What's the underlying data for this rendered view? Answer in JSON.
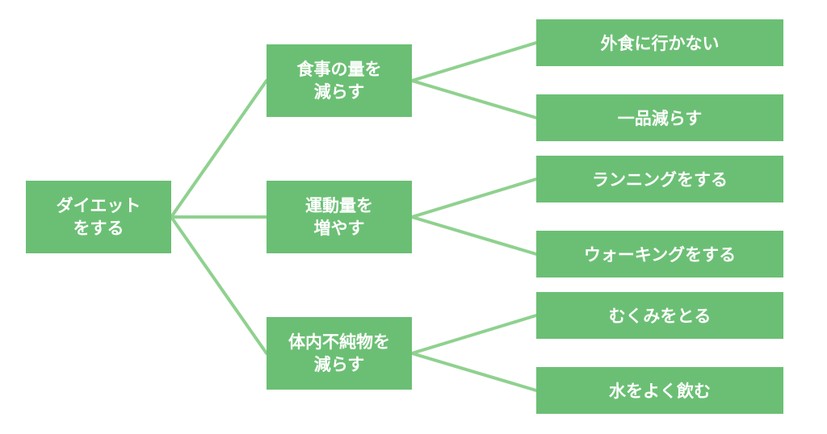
{
  "diagram": {
    "root": {
      "line1": "ダイエット",
      "line2": "をする"
    },
    "branches": [
      {
        "line1": "食事の量を",
        "line2": "減らす",
        "leaves": [
          "外食に行かない",
          "一品減らす"
        ]
      },
      {
        "line1": "運動量を",
        "line2": "増やす",
        "leaves": [
          "ランニングをする",
          "ウォーキングをする"
        ]
      },
      {
        "line1": "体内不純物を",
        "line2": "減らす",
        "leaves": [
          "むくみをとる",
          "水をよく飲む"
        ]
      }
    ],
    "colors": {
      "node_fill": "#6bbf74",
      "connector": "#8fd18f",
      "text": "#ffffff"
    }
  }
}
